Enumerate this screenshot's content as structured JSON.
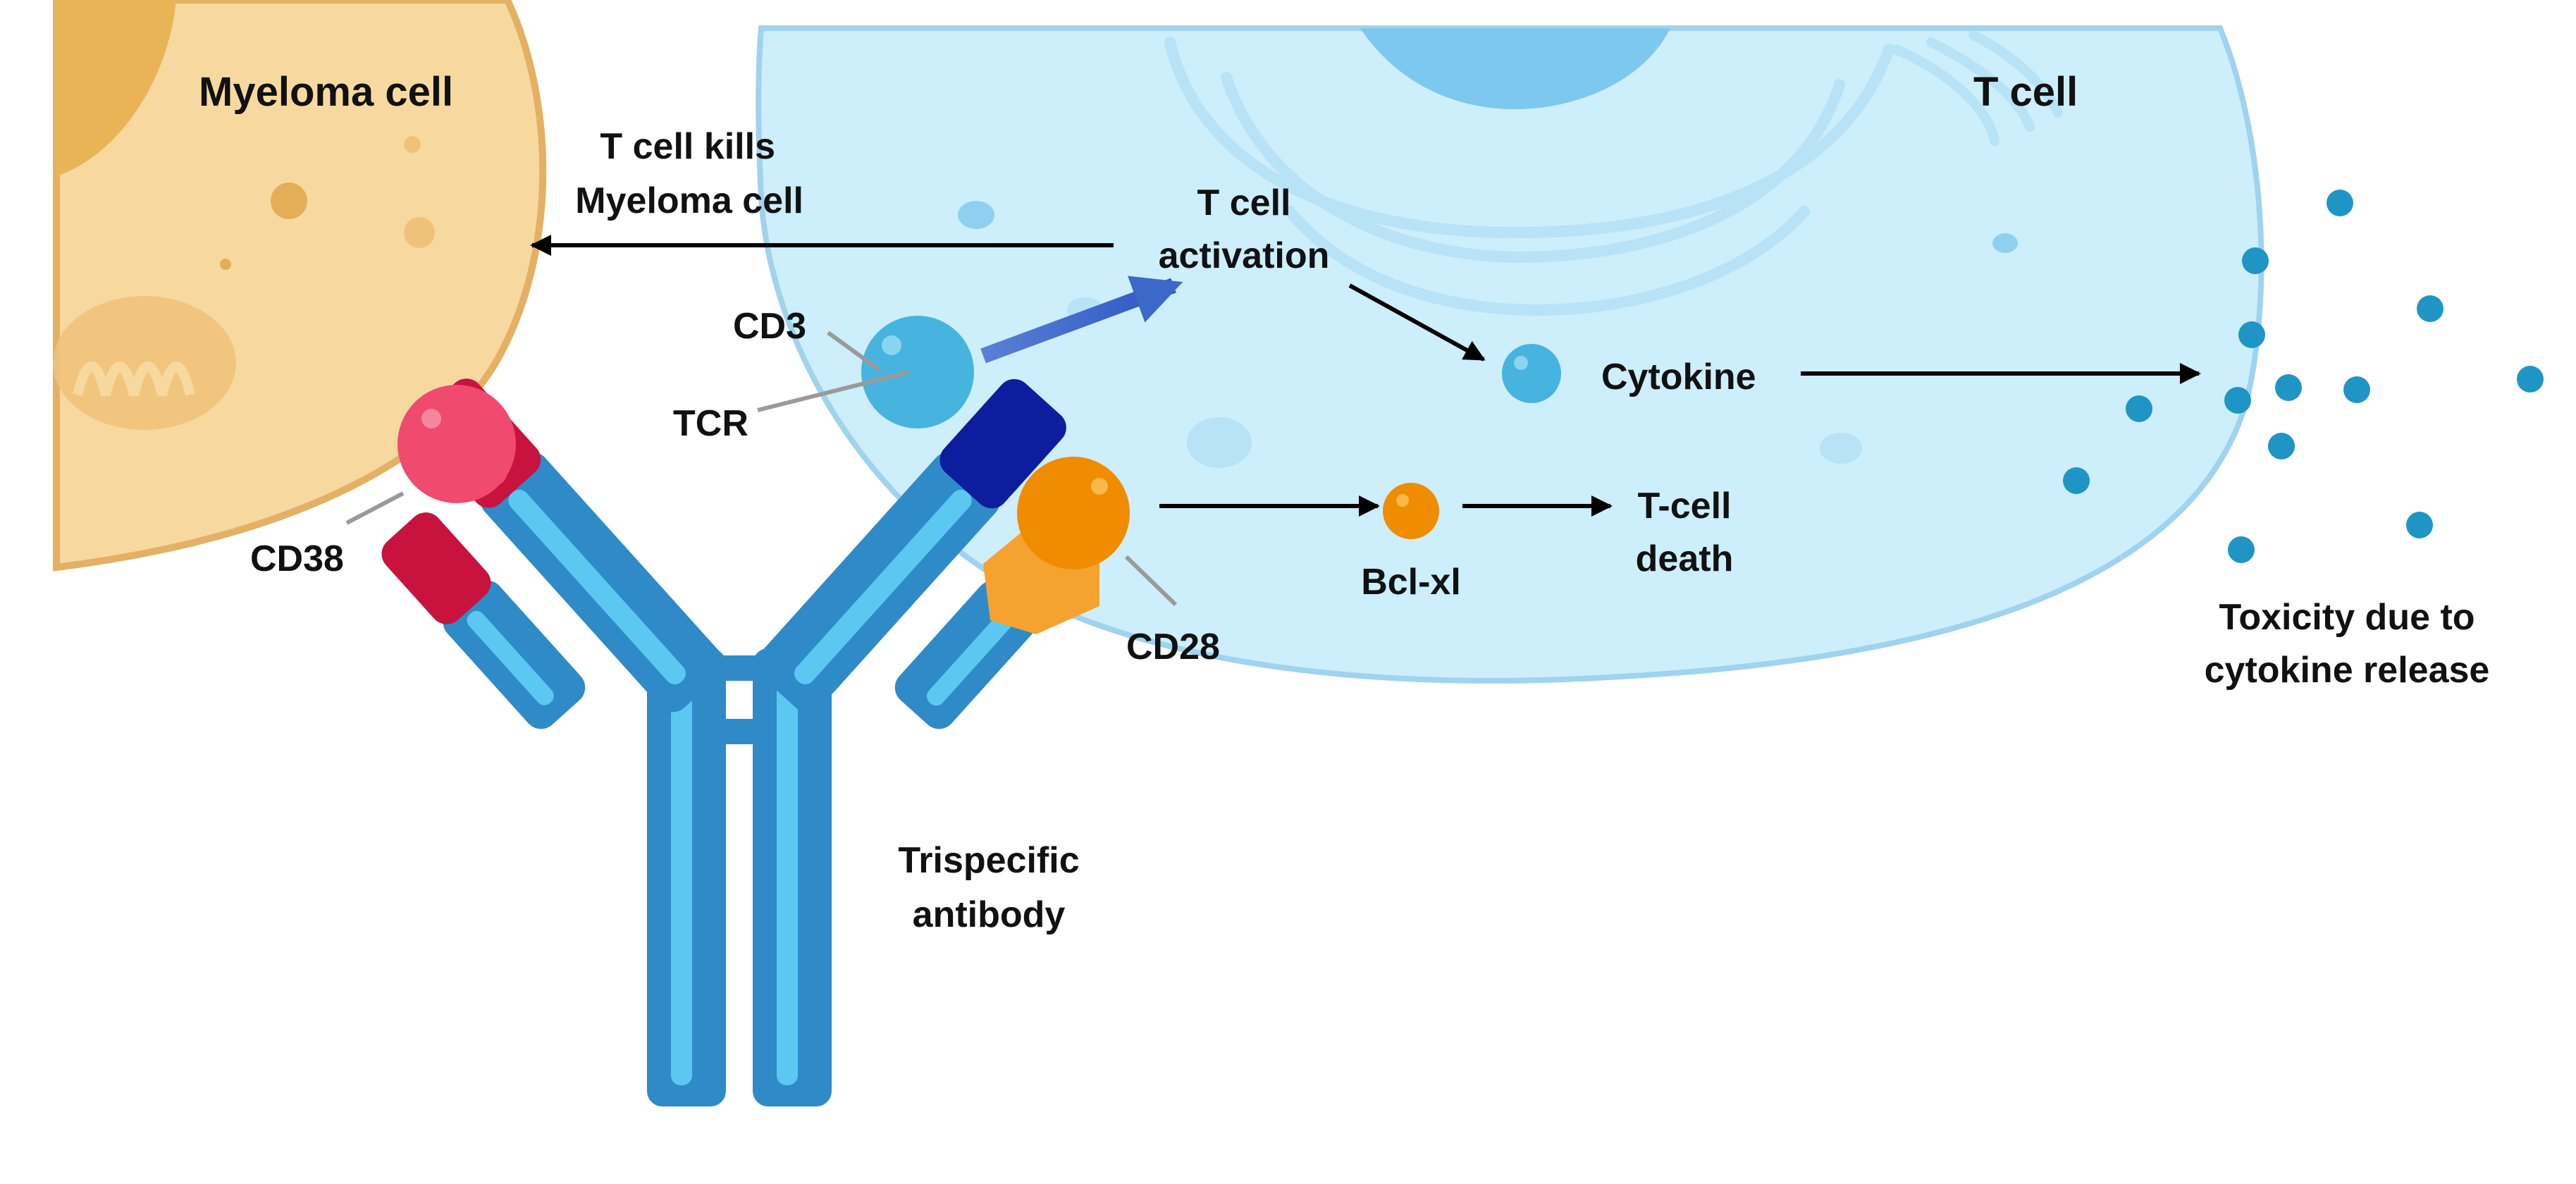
{
  "labels": {
    "myeloma_cell": "Myeloma cell",
    "t_cell": "T cell",
    "kills_line1": "T cell kills",
    "kills_line2": "Myeloma cell",
    "activation_line1": "T cell",
    "activation_line2": "activation",
    "cd3": "CD3",
    "tcr": "TCR",
    "cd38": "CD38",
    "cd28": "CD28",
    "cytokine": "Cytokine",
    "bcl_xl": "Bcl-xl",
    "tcell_death_line1": "T-cell",
    "tcell_death_line2": "death",
    "toxicity_line1": "Toxicity due to",
    "toxicity_line2": "cytokine release",
    "antibody_line1": "Trispecific",
    "antibody_line2": "antibody"
  },
  "colors": {
    "myeloma_cytoplasm": "#F7D9A0",
    "myeloma_nucleus": "#E9B456",
    "t_cell_cytoplasm": "#CDEEFB",
    "t_cell_nucleus": "#7DC8EF",
    "antibody_blue": "#2E8BC8",
    "antibody_highlight": "#5CC8F2",
    "cd38_arm": "#C8133F",
    "cd38_antigen": "#F04A6E",
    "cd3_arm": "#0B1E9E",
    "cd3_ball": "#46B4DE",
    "cd28_arm": "#F6A22E",
    "cd28_antigen": "#F08C00",
    "cytokine_dot": "#1F95C6",
    "activation_arrow": "#3C68C9"
  }
}
